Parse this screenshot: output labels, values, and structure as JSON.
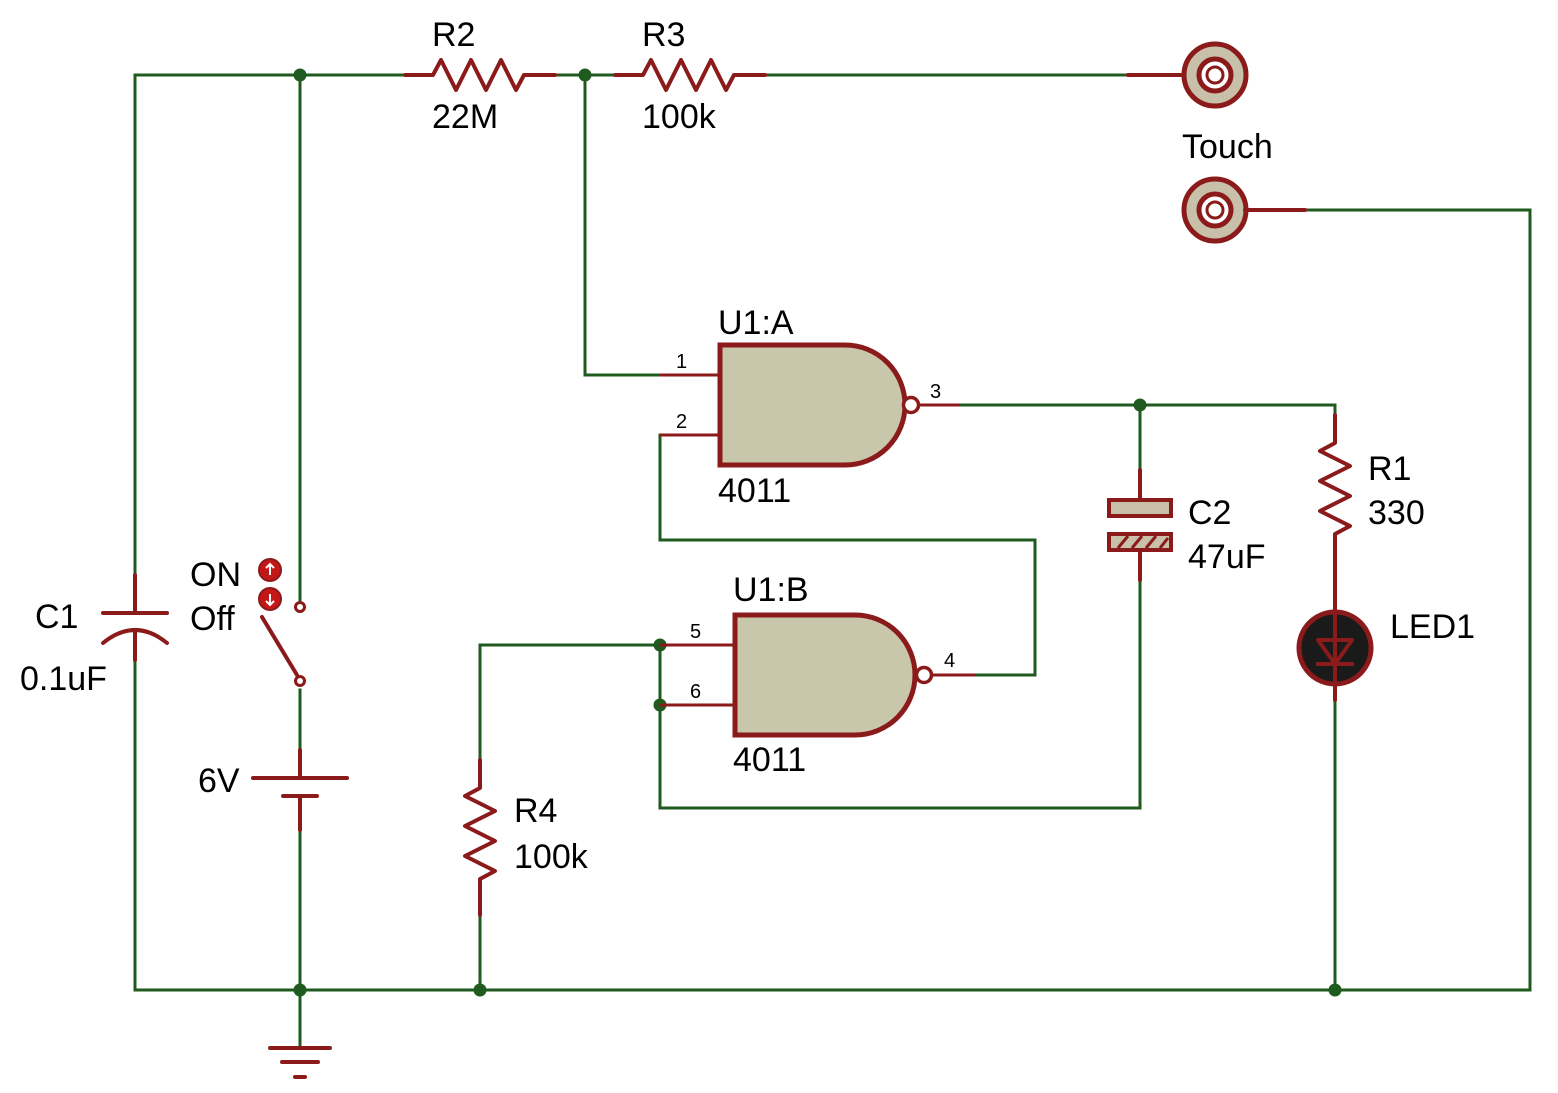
{
  "diagram": {
    "components": {
      "r2": {
        "ref": "R2",
        "value": "22M"
      },
      "r3": {
        "ref": "R3",
        "value": "100k"
      },
      "r1": {
        "ref": "R1",
        "value": "330"
      },
      "r4": {
        "ref": "R4",
        "value": "100k"
      },
      "c1": {
        "ref": "C1",
        "value": "0.1uF"
      },
      "c2": {
        "ref": "C2",
        "value": "47uF"
      },
      "led1": {
        "ref": "LED1"
      },
      "battery": {
        "value": "6V"
      },
      "switch": {
        "on_label": "ON",
        "off_label": "Off"
      },
      "touch": {
        "label": "Touch"
      },
      "u1a": {
        "ref": "U1:A",
        "part": "4011",
        "pins": [
          "1",
          "2",
          "3"
        ]
      },
      "u1b": {
        "ref": "U1:B",
        "part": "4011",
        "pins": [
          "5",
          "6",
          "4"
        ]
      }
    },
    "colors": {
      "wire": "#1f5a1f",
      "component": "#8b1a1a",
      "gate_fill": "#c8c7ab",
      "touch_fill": "#c8c0a8"
    }
  }
}
